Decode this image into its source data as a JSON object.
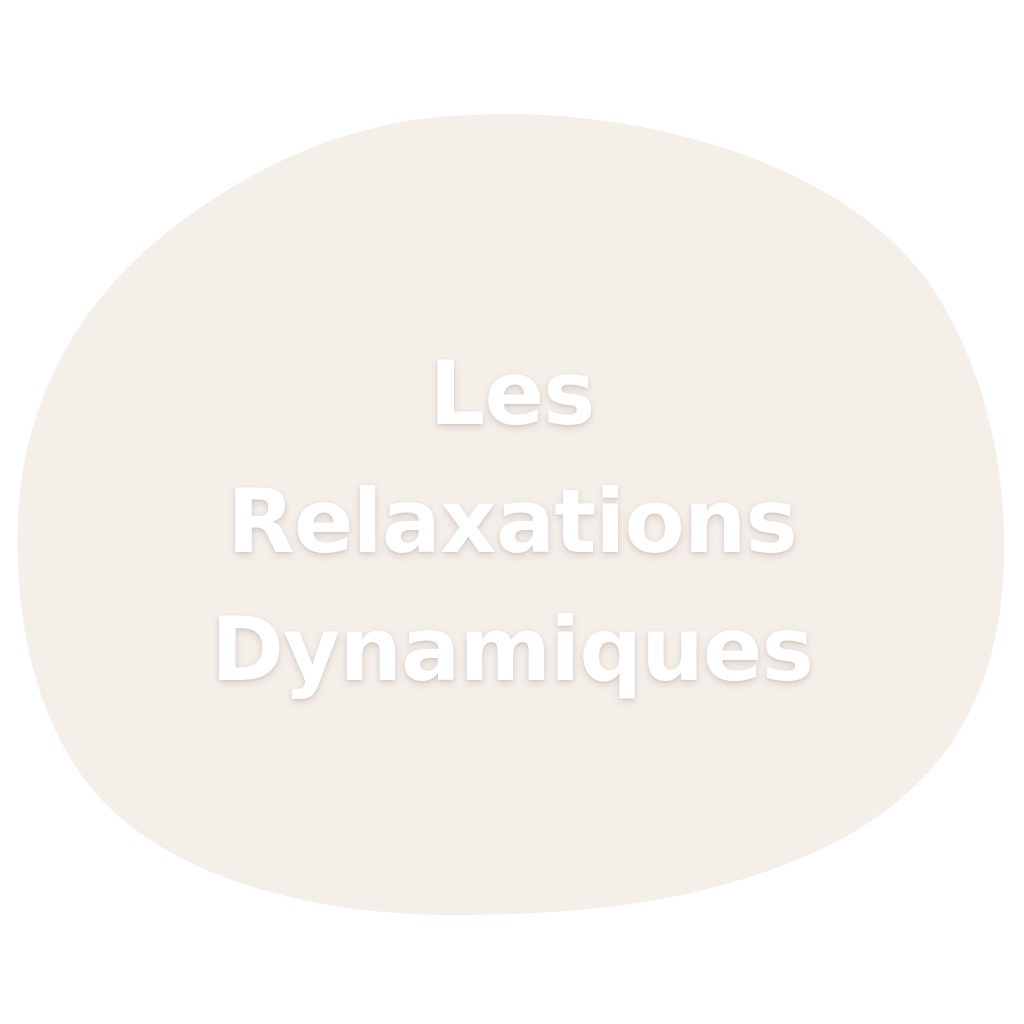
{
  "background_color": "#ffffff",
  "blob_color": "#f5efea",
  "text_color": "#ffffff",
  "title_lines": [
    "Les",
    "Relaxations",
    "Dynamiques"
  ]
}
